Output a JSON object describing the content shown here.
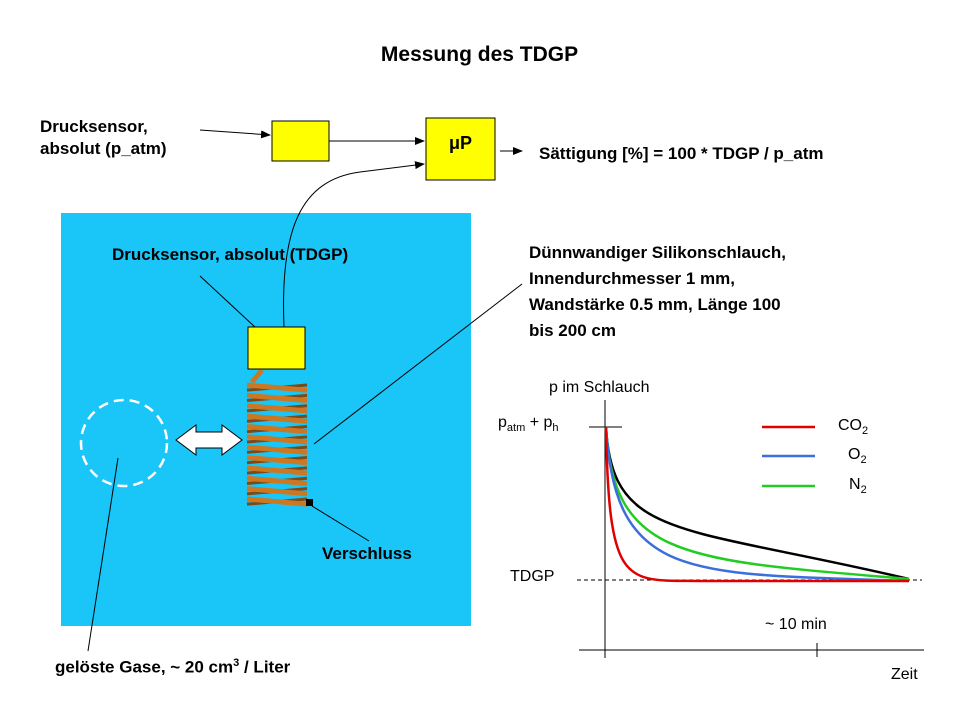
{
  "title": "Messung des TDGP",
  "sensor_atm": {
    "line1": "Drucksensor,",
    "line2": "absolut (p_atm)"
  },
  "microprocessor": {
    "label": "μP"
  },
  "saturation_formula": "Sättigung [%] = 100 * TDGP / p_atm",
  "sensor_tdgp": {
    "label": "Drucksensor, absolut (TDGP)"
  },
  "tube": {
    "line1": "Dünnwandiger Silikonschlauch,",
    "line2": "Innendurchmesser 1 mm,",
    "line3": "Wandstärke 0.5 mm, Länge 100",
    "line4": "bis 200 cm"
  },
  "closure": {
    "label": "Verschluss"
  },
  "dissolved_gases": {
    "text": "gelöste Gase, ~ 20 cm",
    "sup": "3",
    "suffix": " / Liter"
  },
  "plot": {
    "ylabel": "p im Schlauch",
    "xlabel": "Zeit",
    "start_label": {
      "p": "p",
      "atm_sub": "atm",
      "plus": " + p",
      "h_sub": "h"
    },
    "tdgp_label": "TDGP",
    "time_annotation": "~ 10 min",
    "legend": [
      {
        "name": "CO",
        "sub": "2",
        "color": "#e00000"
      },
      {
        "name": "O",
        "sub": "2",
        "color": "#3a6fdc"
      },
      {
        "name": "N",
        "sub": "2",
        "color": "#22cc22"
      }
    ]
  },
  "colors": {
    "water": "#19c6f7",
    "sensor_box": "#ffff00",
    "coil": "#cc7722"
  }
}
